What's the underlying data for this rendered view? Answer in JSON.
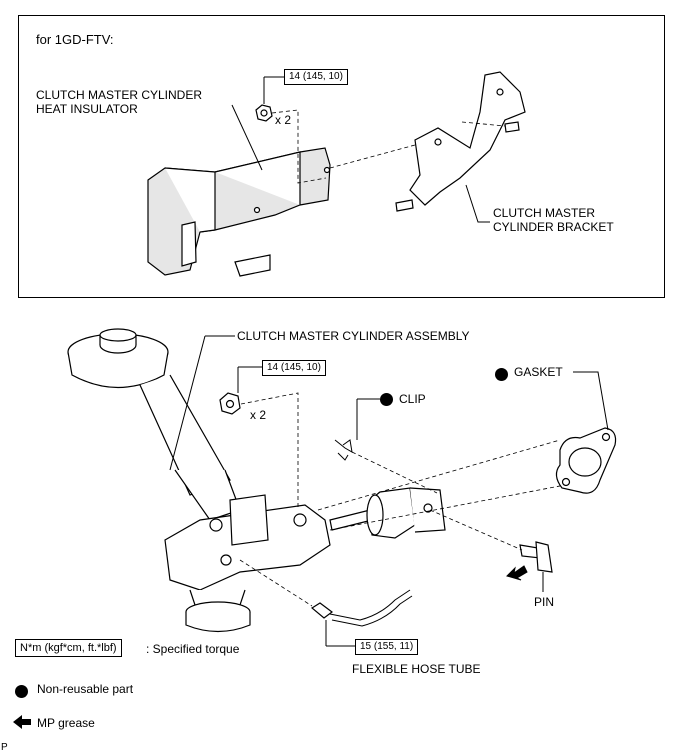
{
  "top_section": {
    "title": "for 1GD-FTV:",
    "heat_insulator_label": [
      "CLUTCH MASTER CYLINDER",
      "HEAT INSULATOR"
    ],
    "bracket_label": [
      "CLUTCH MASTER",
      "CYLINDER BRACKET"
    ],
    "nut_torque": "14 (145, 10)",
    "nut_qty": "x 2"
  },
  "bottom_section": {
    "assembly_label": "CLUTCH MASTER CYLINDER ASSEMBLY",
    "nut_torque": "14 (145, 10)",
    "nut_qty": "x 2",
    "clip_label": "CLIP",
    "gasket_label": "GASKET",
    "pin_label": "PIN",
    "hose_torque": "15 (155, 11)",
    "hose_label": "FLEXIBLE HOSE TUBE"
  },
  "legend": {
    "torque_box": "N*m (kgf*cm, ft.*lbf)",
    "torque_desc": ": Specified torque",
    "non_reusable": "Non-reusable part",
    "mp_grease": "MP grease"
  },
  "corner_mark": "P"
}
